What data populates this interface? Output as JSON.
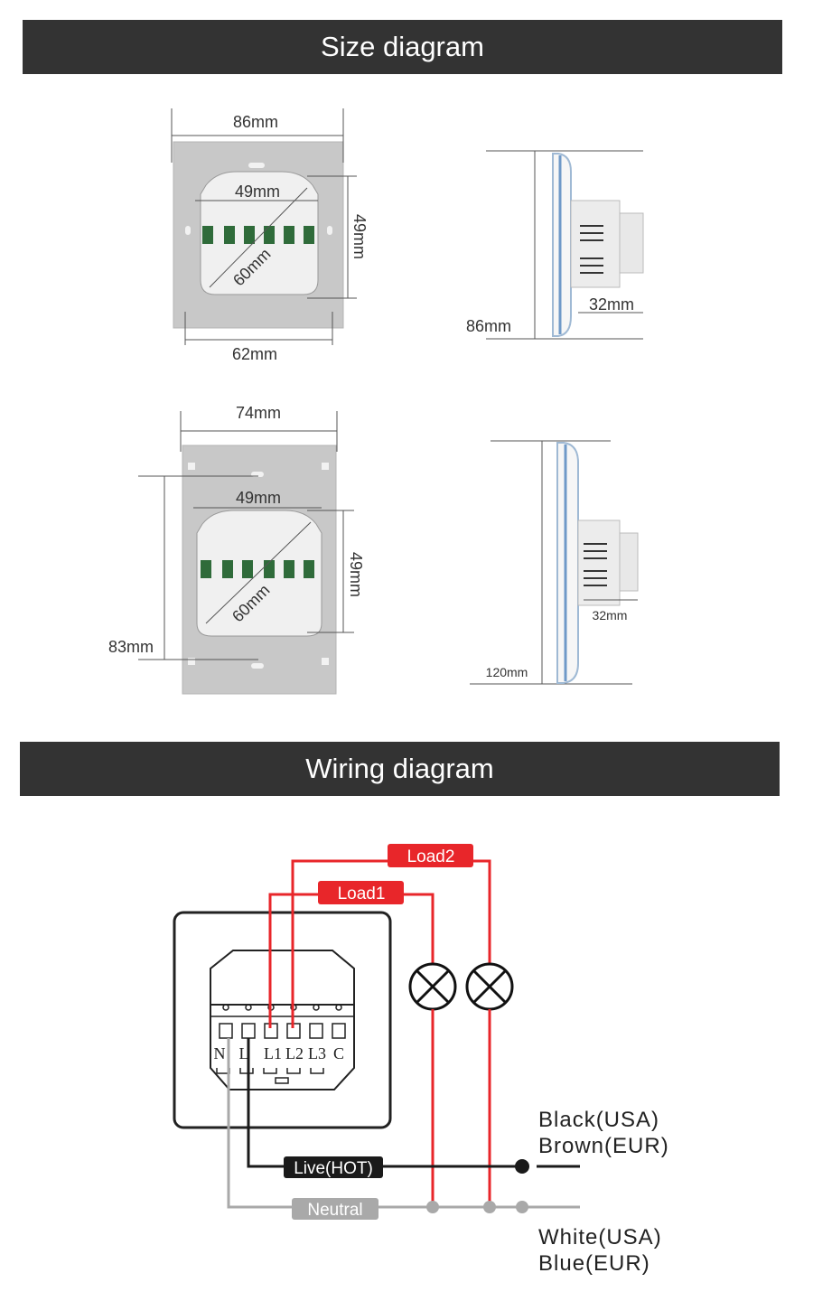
{
  "size_section": {
    "title": "Size diagram",
    "top_front": {
      "width": "86mm",
      "inner_width": "49mm",
      "inner_height": "49mm",
      "diagonal": "60mm",
      "bottom_width": "62mm"
    },
    "top_side": {
      "height": "86mm",
      "depth": "32mm"
    },
    "bottom_front": {
      "width": "74mm",
      "inner_width": "49mm",
      "inner_height": "49mm",
      "diagonal": "60mm",
      "hole_spacing": "83mm"
    },
    "bottom_side": {
      "height": "120mm",
      "depth": "32mm"
    }
  },
  "wiring_section": {
    "title": "Wiring diagram",
    "terminals": [
      "N",
      "L",
      "L1",
      "L2",
      "L3",
      "C"
    ],
    "load1_label": "Load1",
    "load2_label": "Load2",
    "live_label": "Live(HOT)",
    "neutral_label": "Neutral",
    "live_wire_line1": "Black(USA)",
    "live_wire_line2": "Brown(EUR)",
    "neutral_wire_line1": "White(USA)",
    "neutral_wire_line2": "Blue(EUR)",
    "colors": {
      "load": "#e8262a",
      "live": "#1a1a1a",
      "neutral": "#a9a9a9"
    }
  }
}
